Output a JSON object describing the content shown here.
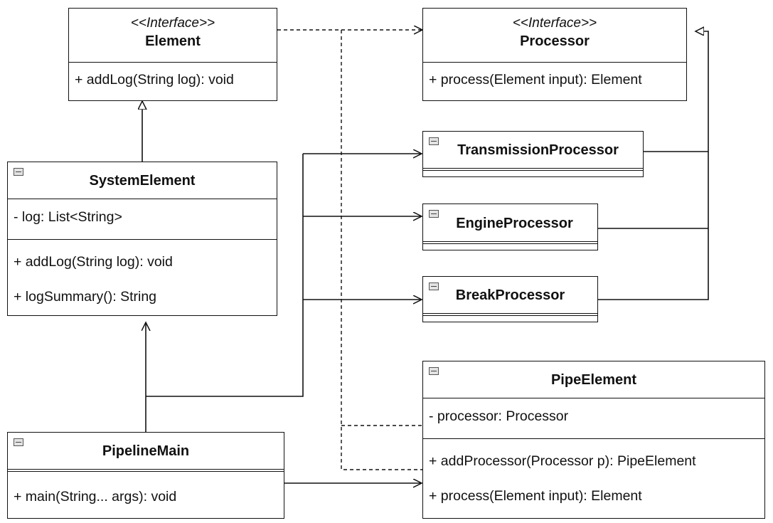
{
  "element": {
    "stereotype": "<<Interface>>",
    "name": "Element",
    "methods": [
      "+ addLog(String log): void"
    ]
  },
  "processor": {
    "stereotype": "<<Interface>>",
    "name": "Processor",
    "methods": [
      "+ process(Element input): Element"
    ]
  },
  "system_element": {
    "name": "SystemElement",
    "fields": [
      "- log: List<String>"
    ],
    "methods": [
      "+ addLog(String log): void",
      "+ logSummary(): String"
    ]
  },
  "transmission_processor": {
    "name": "TransmissionProcessor"
  },
  "engine_processor": {
    "name": "EngineProcessor"
  },
  "break_processor": {
    "name": "BreakProcessor"
  },
  "pipe_element": {
    "name": "PipeElement",
    "fields": [
      "- processor: Processor"
    ],
    "methods": [
      "+ addProcessor(Processor p): PipeElement",
      "+ process(Element input): Element"
    ]
  },
  "pipeline_main": {
    "name": "PipelineMain",
    "methods": [
      "+ main(String... args): void"
    ]
  }
}
